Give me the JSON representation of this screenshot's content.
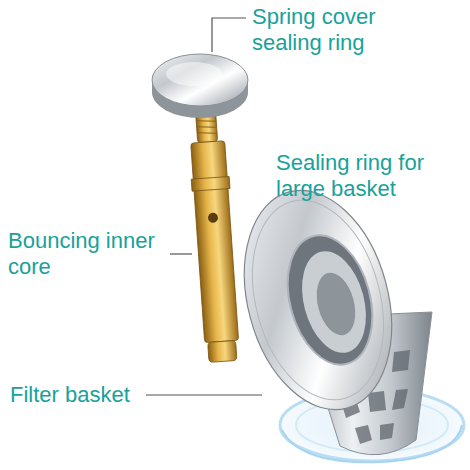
{
  "diagram": {
    "labels": [
      "Spring cover sealing ring",
      "Sealing ring for large basket",
      "Bouncing inner core",
      "Filter basket"
    ]
  }
}
